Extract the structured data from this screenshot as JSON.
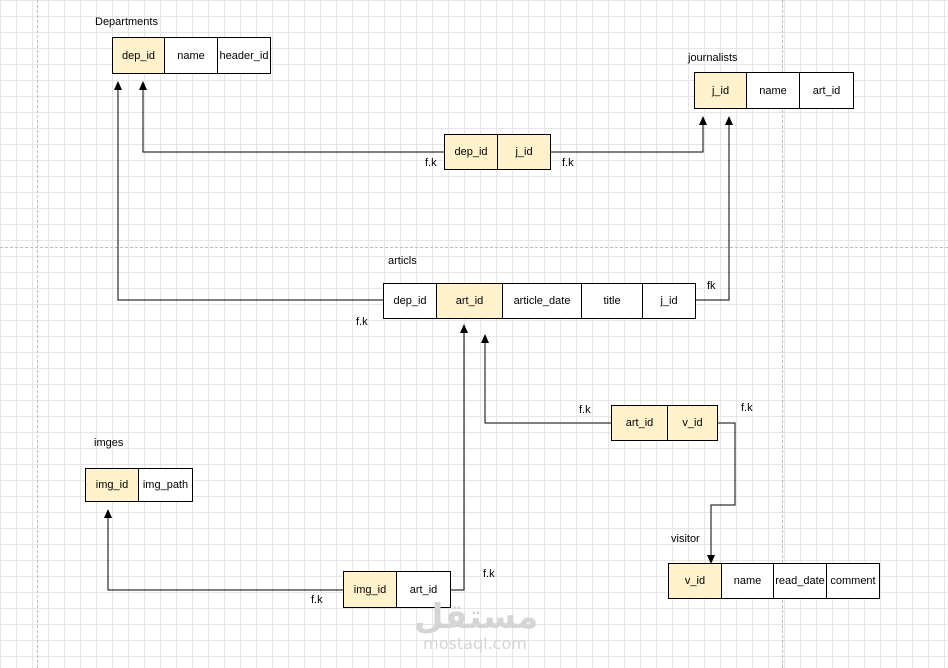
{
  "tables": {
    "departments": {
      "title": "Departments",
      "columns": [
        {
          "name": "dep_id",
          "key": true
        },
        {
          "name": "name",
          "key": false
        },
        {
          "name": "header_id",
          "key": false
        }
      ]
    },
    "journalists": {
      "title": "journalists",
      "columns": [
        {
          "name": "j_id",
          "key": true
        },
        {
          "name": "name",
          "key": false
        },
        {
          "name": "art_id",
          "key": false
        }
      ]
    },
    "dep_journalist": {
      "title": "",
      "columns": [
        {
          "name": "dep_id",
          "key": true
        },
        {
          "name": "j_id",
          "key": true
        }
      ]
    },
    "articls": {
      "title": "articls",
      "columns": [
        {
          "name": "dep_id",
          "key": false
        },
        {
          "name": "art_id",
          "key": true
        },
        {
          "name": "article_date",
          "key": false
        },
        {
          "name": "title",
          "key": false
        },
        {
          "name": "j_id",
          "key": false
        }
      ]
    },
    "article_visitor": {
      "title": "",
      "columns": [
        {
          "name": "art_id",
          "key": true
        },
        {
          "name": "v_id",
          "key": true
        }
      ]
    },
    "imges": {
      "title": "imges",
      "columns": [
        {
          "name": "img_id",
          "key": true
        },
        {
          "name": "img_path",
          "key": false
        }
      ]
    },
    "img_article": {
      "title": "",
      "columns": [
        {
          "name": "img_id",
          "key": true
        },
        {
          "name": "art_id",
          "key": false
        }
      ]
    },
    "visitor": {
      "title": "visitor",
      "columns": [
        {
          "name": "v_id",
          "key": true
        },
        {
          "name": "name",
          "key": false
        },
        {
          "name": "read_date",
          "key": false
        },
        {
          "name": "comment",
          "key": false
        }
      ]
    }
  },
  "edge_labels": {
    "dj_left": "f.k",
    "dj_right": "f.k",
    "art_dep": "f.k",
    "art_j": "fk",
    "av_left": "f.k",
    "av_right": "f.k",
    "ia_left": "f.k",
    "ia_right": "f.k"
  },
  "watermark": {
    "text": "مستقل",
    "site": "mostaql.com"
  }
}
